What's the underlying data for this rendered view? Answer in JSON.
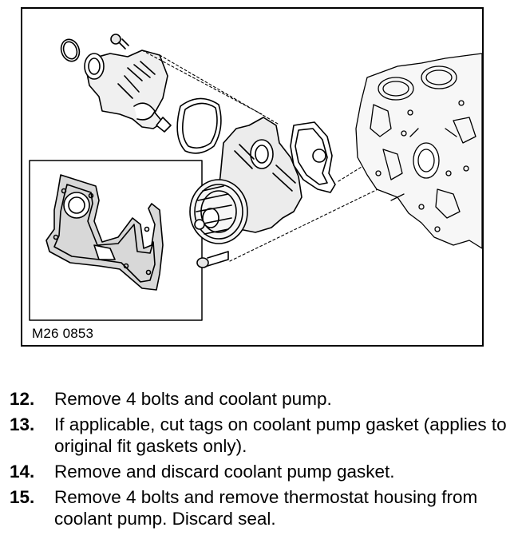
{
  "figure": {
    "code": "M26 0853",
    "parts": [
      "thermostat-housing",
      "thermostat-seal",
      "bolt",
      "coolant-pump",
      "coolant-pump-gasket",
      "cylinder-block"
    ]
  },
  "steps": [
    {
      "number": "12.",
      "text": "Remove 4 bolts and coolant pump."
    },
    {
      "number": "13.",
      "text": "If applicable, cut tags on coolant pump gasket (applies to original fit gaskets only)."
    },
    {
      "number": "14.",
      "text": "Remove and discard coolant pump gasket."
    },
    {
      "number": "15.",
      "text": "Remove 4 bolts and remove thermostat housing from coolant pump. Discard seal."
    }
  ]
}
